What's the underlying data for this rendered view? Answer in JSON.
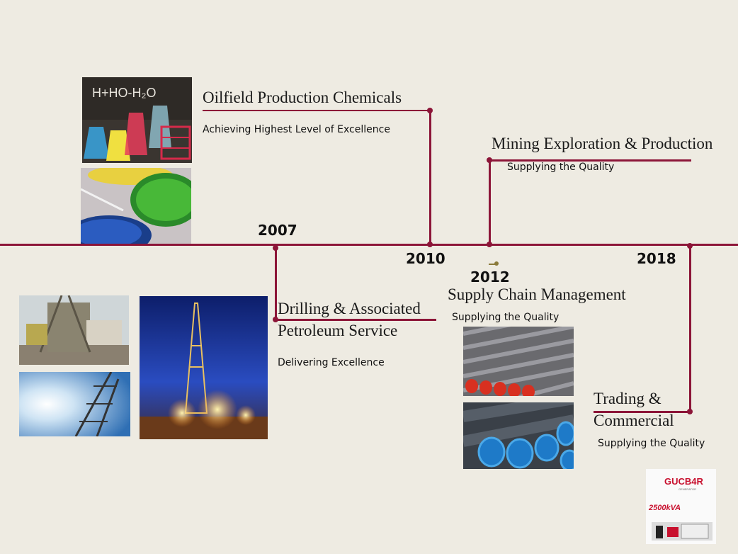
{
  "timeline": {
    "years": [
      "2007",
      "2010",
      "2012",
      "2018"
    ],
    "color": "#8c1538"
  },
  "milestones": {
    "oilfield": {
      "title": "Oilfield Production Chemicals",
      "subtitle": "Achieving Highest Level of Excellence"
    },
    "mining": {
      "title": "Mining Exploration & Production",
      "subtitle": "Supplying the Quality"
    },
    "drilling": {
      "title_line1": "Drilling & Associated",
      "title_line2": "Petroleum Service",
      "subtitle": "Delivering Excellence"
    },
    "supply": {
      "title": "Supply Chain Management",
      "subtitle": "Supplying the Quality"
    },
    "trading": {
      "title_line1": "Trading &",
      "title_line2": "Commercial",
      "subtitle": "Supplying the Quality"
    }
  },
  "photos": {
    "chem_formula_text": "H+HO-H₂O",
    "brochure": {
      "brand": "GUCB4R",
      "tagline": "GENERATOR",
      "rating": "2500kVA"
    }
  },
  "icons": [
    "chemistry-photo",
    "petri-dish-photo",
    "drilling-rig-photo",
    "derrick-sky-photo",
    "night-rig-photo",
    "steel-pipes-photo",
    "blue-cap-pipes-photo",
    "generator-brochure-photo"
  ]
}
